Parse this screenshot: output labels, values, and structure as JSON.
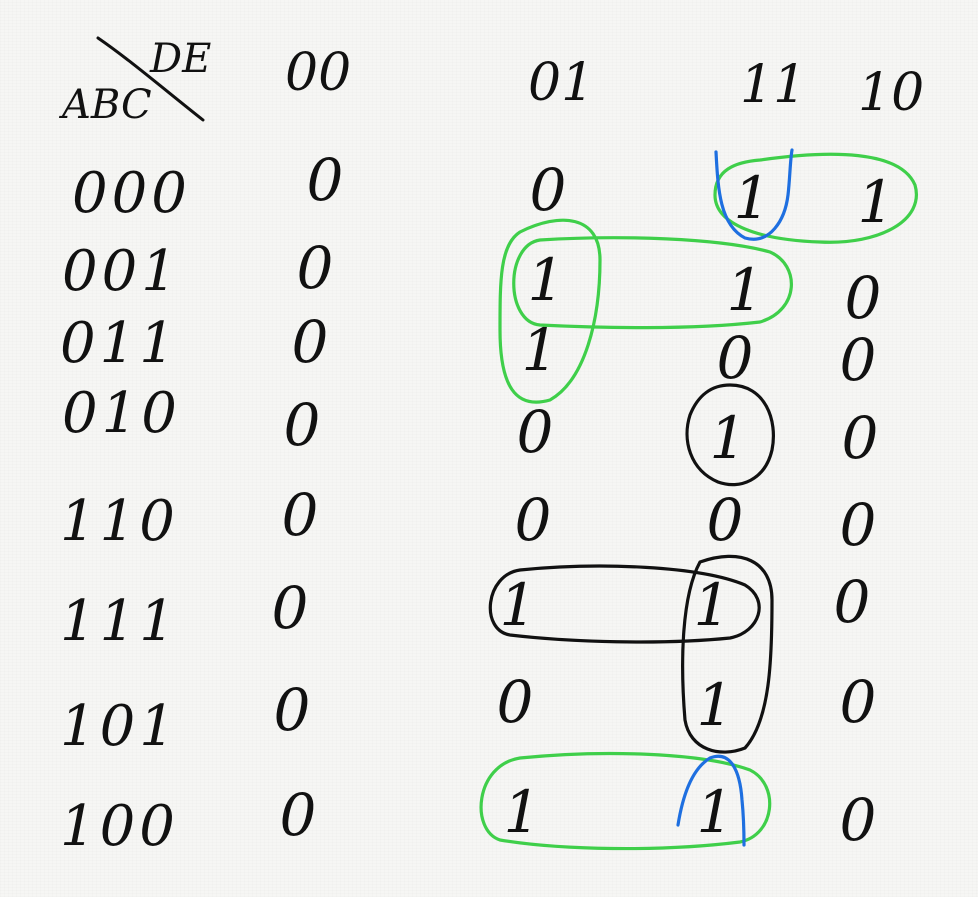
{
  "kmap": {
    "corner_row_label": "ABC",
    "corner_col_label": "DE",
    "column_headers": [
      "00",
      "01",
      "11",
      "10"
    ],
    "rows": [
      {
        "label": "000",
        "cells": [
          "0",
          "0",
          "1",
          "1"
        ]
      },
      {
        "label": "001",
        "cells": [
          "0",
          "1",
          "1",
          "0"
        ]
      },
      {
        "label": "011",
        "cells": [
          "0",
          "1",
          "0",
          "0"
        ]
      },
      {
        "label": "010",
        "cells": [
          "0",
          "0",
          "1",
          "0"
        ]
      },
      {
        "label": "110",
        "cells": [
          "0",
          "0",
          "0",
          "0"
        ]
      },
      {
        "label": "111",
        "cells": [
          "0",
          "1",
          "1",
          "0"
        ]
      },
      {
        "label": "101",
        "cells": [
          "0",
          "0",
          "1",
          "0"
        ]
      },
      {
        "label": "100",
        "cells": [
          "0",
          "1",
          "1",
          "0"
        ]
      }
    ]
  },
  "groups": [
    {
      "name": "group-row000-cols11-10",
      "color": "#3fcf4a",
      "cells": [
        [
          0,
          2
        ],
        [
          0,
          3
        ]
      ]
    },
    {
      "name": "group-rows001-011-col01",
      "color": "#3fcf4a",
      "cells": [
        [
          1,
          1
        ],
        [
          2,
          1
        ]
      ]
    },
    {
      "name": "group-row001-cols01-11",
      "color": "#3fcf4a",
      "cells": [
        [
          1,
          1
        ],
        [
          1,
          2
        ]
      ]
    },
    {
      "name": "group-row100-cols01-11",
      "color": "#3fcf4a",
      "cells": [
        [
          7,
          1
        ],
        [
          7,
          2
        ]
      ]
    },
    {
      "name": "group-row010-col11",
      "color": "#111111",
      "cells": [
        [
          3,
          2
        ]
      ]
    },
    {
      "name": "group-row111-cols01-11",
      "color": "#111111",
      "cells": [
        [
          5,
          1
        ],
        [
          5,
          2
        ]
      ]
    },
    {
      "name": "group-rows111-101-col11",
      "color": "#111111",
      "cells": [
        [
          5,
          2
        ],
        [
          6,
          2
        ]
      ]
    },
    {
      "name": "wrap-marker-row000-col11",
      "color": "#1e6fe0",
      "cells": [
        [
          0,
          2
        ]
      ]
    },
    {
      "name": "wrap-marker-row100-col11",
      "color": "#1e6fe0",
      "cells": [
        [
          7,
          2
        ]
      ]
    }
  ]
}
